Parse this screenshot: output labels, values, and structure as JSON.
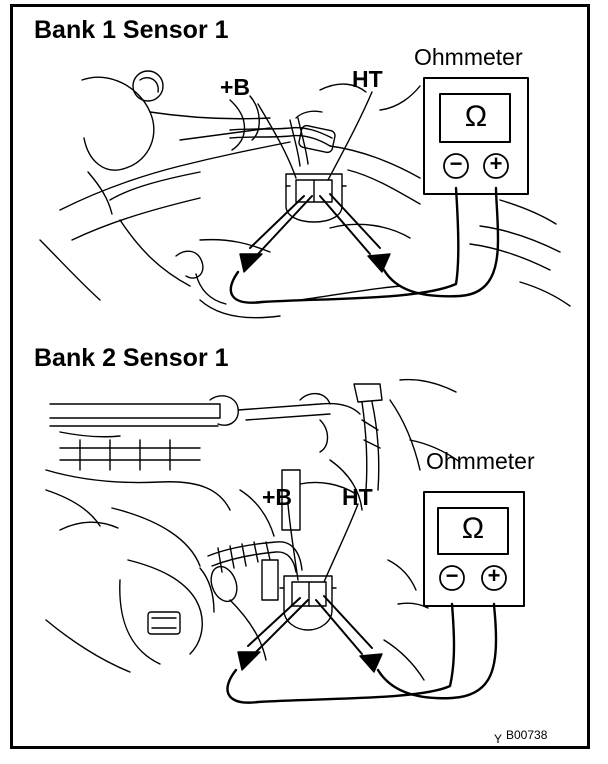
{
  "panels": [
    {
      "title": "Bank 1 Sensor 1",
      "meter_label": "Ohmmeter",
      "terminal_b": "+B",
      "terminal_ht": "HT",
      "meter_symbol": "Ω",
      "neg_symbol": "−",
      "pos_symbol": "+"
    },
    {
      "title": "Bank 2 Sensor 1",
      "meter_label": "Ohmmeter",
      "terminal_b": "+B",
      "terminal_ht": "HT",
      "meter_symbol": "Ω",
      "neg_symbol": "−",
      "pos_symbol": "+"
    }
  ],
  "figure_code": "B00738",
  "corner_mark": "Y"
}
